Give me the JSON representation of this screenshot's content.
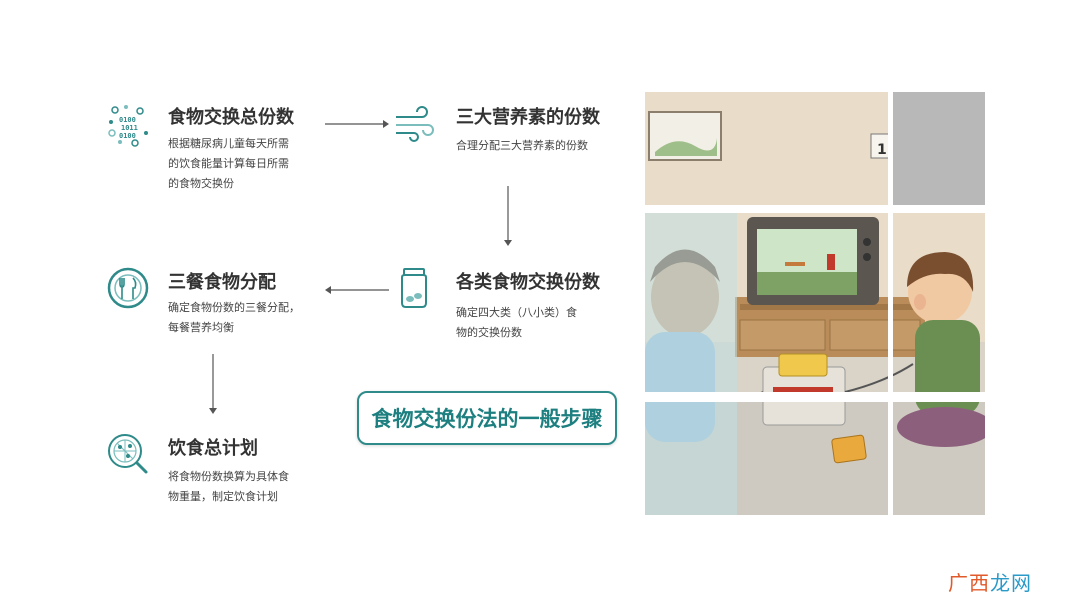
{
  "steps": [
    {
      "title": "食物交换总份数",
      "desc": "根据糖尿病儿童每天所需\n的饮食能量计算每日所需\n的食物交换份",
      "icon": "binary-network-icon"
    },
    {
      "title": "三大营养素的份数",
      "desc": "合理分配三大营养素的份数",
      "icon": "wind-lines-icon"
    },
    {
      "title": "各类食物交换份数",
      "desc": "确定四大类（八小类）食\n物的交换份数",
      "icon": "jar-icon"
    },
    {
      "title": "三餐食物分配",
      "desc": "确定食物份数的三餐分配，\n每餐营养均衡",
      "icon": "plate-utensils-icon"
    },
    {
      "title": "饮食总计划",
      "desc": "将食物份数换算为具体食\n物重量，制定饮食计划",
      "icon": "pizza-magnifier-icon"
    }
  ],
  "callout": "食物交换份法的一般步骤",
  "watermark": {
    "part1": "广西",
    "part2": "龙网"
  },
  "colors": {
    "accent": "#2f8a8a",
    "text": "#333333",
    "arrow": "#555555"
  }
}
